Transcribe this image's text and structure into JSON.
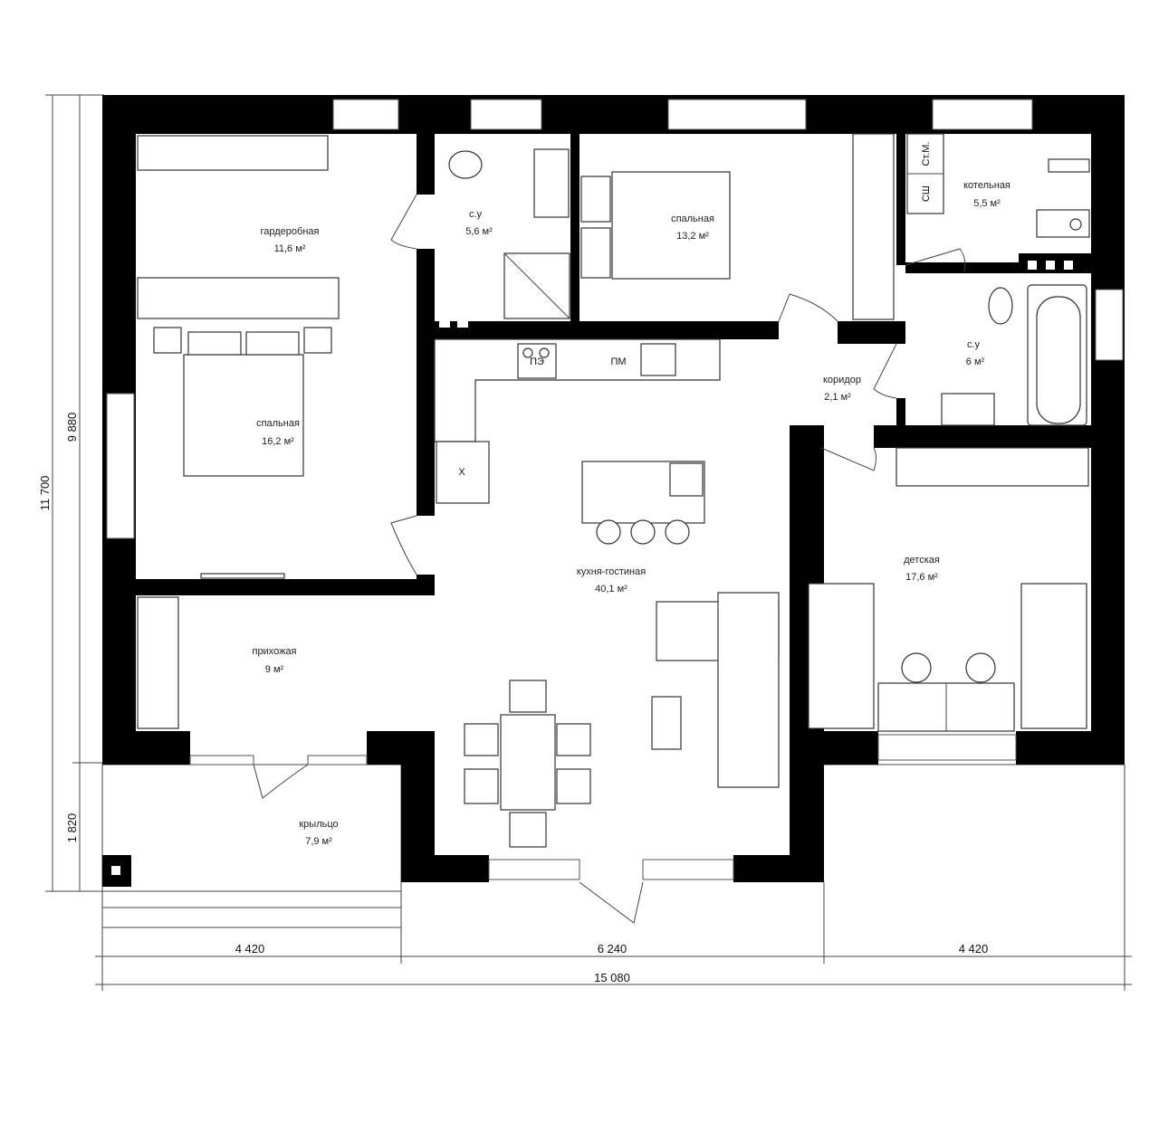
{
  "rooms": [
    {
      "name": "гардеробная",
      "area": "11,6 м²"
    },
    {
      "name": "с.у",
      "area": "5,6 м²"
    },
    {
      "name": "спальная",
      "area": "13,2 м²"
    },
    {
      "name": "котельная",
      "area": "5,5 м²"
    },
    {
      "name": "спальная",
      "area": "16,2 м²"
    },
    {
      "name": "коридор",
      "area": "2,1 м²"
    },
    {
      "name": "с.у",
      "area": "6 м²"
    },
    {
      "name": "кухня-гостиная",
      "area": "40,1 м²"
    },
    {
      "name": "детская",
      "area": "17,6 м²"
    },
    {
      "name": "прихожая",
      "area": "9 м²"
    },
    {
      "name": "крыльцо",
      "area": "7,9 м²"
    }
  ],
  "labels": {
    "stove": "ПЭ",
    "dishwasher": "ПМ",
    "fridge": "Х",
    "washer": "Ст.М.",
    "dryer": "СШ"
  },
  "dimensions": {
    "bottom": [
      "4 420",
      "6 240",
      "4 420"
    ],
    "total_width": "15 080",
    "left_inner": "9 880",
    "left_porch": "1 820",
    "total_height": "11 700"
  }
}
